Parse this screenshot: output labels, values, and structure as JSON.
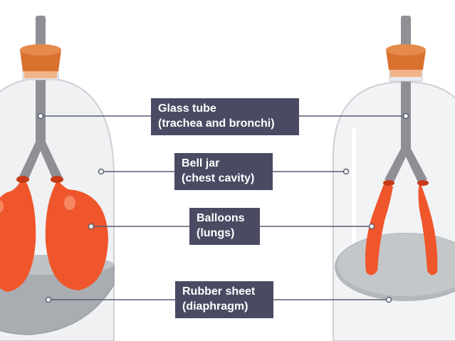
{
  "labels": {
    "glass_tube": {
      "line1": "Glass tube",
      "line2": "(trachea and bronchi)"
    },
    "bell_jar": {
      "line1": "Bell jar",
      "line2": "(chest cavity)"
    },
    "balloons": {
      "line1": "Balloons",
      "line2": "(lungs)"
    },
    "rubber_sheet": {
      "line1": "Rubber sheet",
      "line2": "(diaphragm)"
    }
  },
  "colors": {
    "label_bg": "#4a4b63",
    "leader_line": "#5a5b70",
    "balloon": "#f0562b",
    "balloon_dark": "#c73a17",
    "stopper": "#d9702e",
    "stopper_dark": "#b5531c",
    "tube": "#8e9096",
    "glass": "#eef0f2",
    "glass_edge": "#c9ccd1",
    "sheet": "#b9bcc0",
    "sheet_dark": "#9a9ea4"
  }
}
